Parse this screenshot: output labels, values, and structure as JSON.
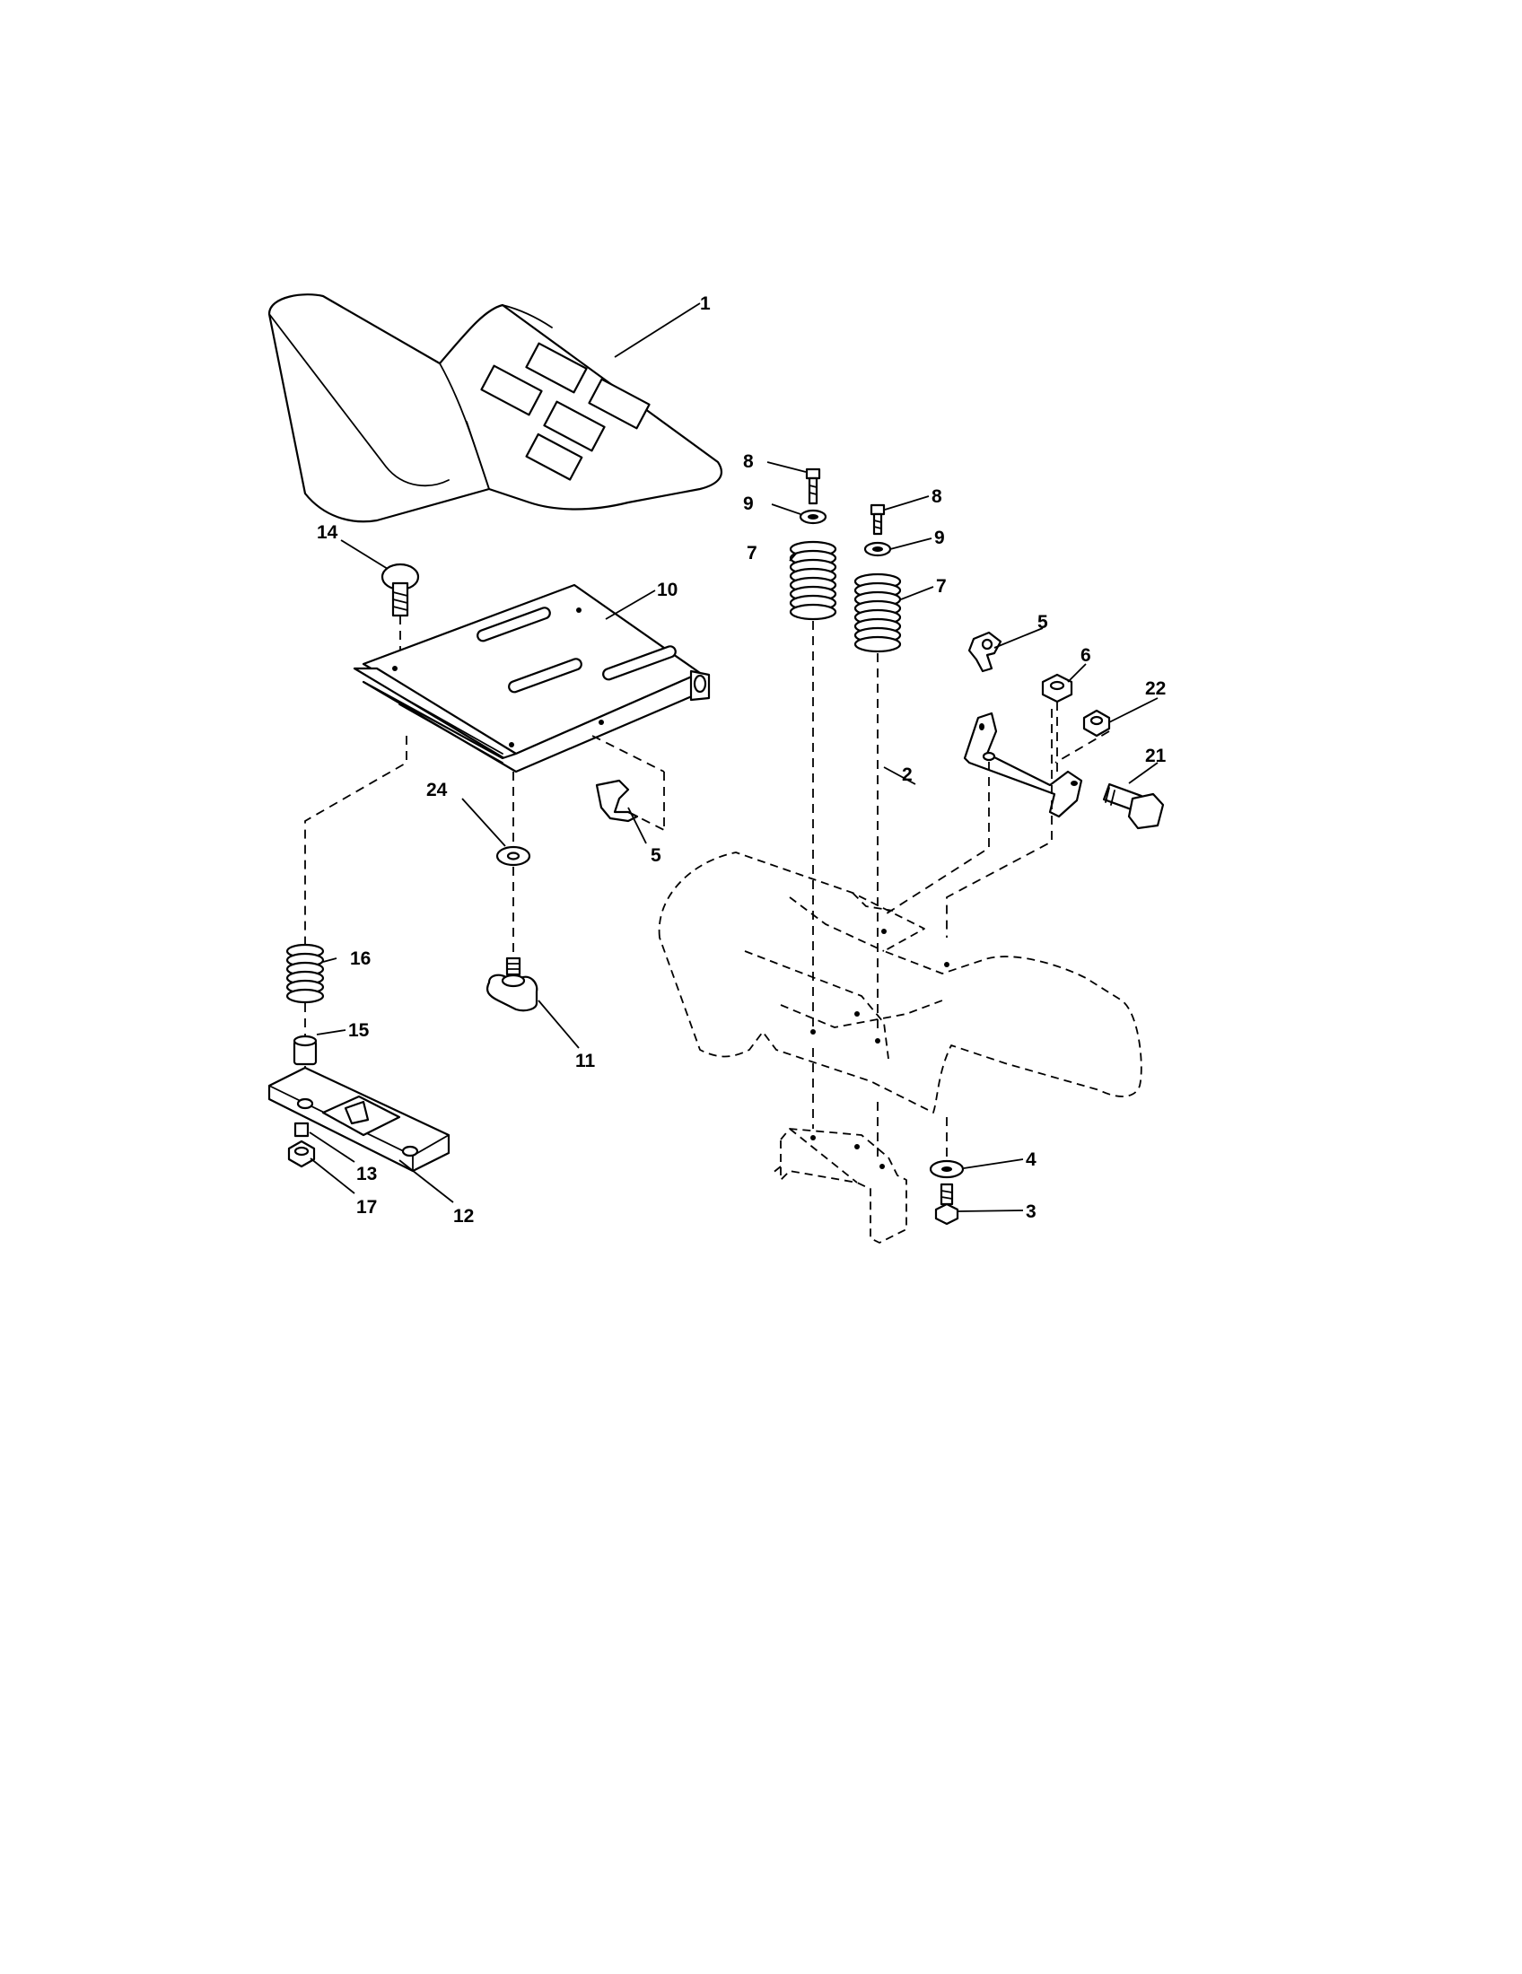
{
  "diagram": {
    "callouts": [
      {
        "id": "c1",
        "label": "1"
      },
      {
        "id": "c2",
        "label": "2"
      },
      {
        "id": "c3",
        "label": "3"
      },
      {
        "id": "c4",
        "label": "4"
      },
      {
        "id": "c5a",
        "label": "5"
      },
      {
        "id": "c5b",
        "label": "5"
      },
      {
        "id": "c6",
        "label": "6"
      },
      {
        "id": "c7a",
        "label": "7"
      },
      {
        "id": "c7b",
        "label": "7"
      },
      {
        "id": "c8a",
        "label": "8"
      },
      {
        "id": "c8b",
        "label": "8"
      },
      {
        "id": "c9a",
        "label": "9"
      },
      {
        "id": "c9b",
        "label": "9"
      },
      {
        "id": "c10",
        "label": "10"
      },
      {
        "id": "c11",
        "label": "11"
      },
      {
        "id": "c12",
        "label": "12"
      },
      {
        "id": "c13",
        "label": "13"
      },
      {
        "id": "c14",
        "label": "14"
      },
      {
        "id": "c15",
        "label": "15"
      },
      {
        "id": "c16",
        "label": "16"
      },
      {
        "id": "c17",
        "label": "17"
      },
      {
        "id": "c21",
        "label": "21"
      },
      {
        "id": "c22",
        "label": "22"
      },
      {
        "id": "c24",
        "label": "24"
      }
    ]
  }
}
